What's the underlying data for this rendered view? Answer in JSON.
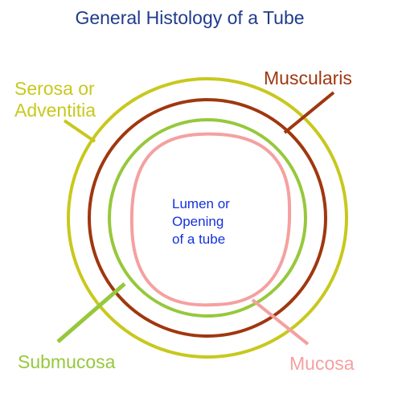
{
  "title": "General Histology of a Tube",
  "labels": {
    "serosa_line1": "Serosa or",
    "serosa_line2": "Adventitia",
    "muscularis": "Muscularis",
    "lumen_line1": "Lumen or",
    "lumen_line2": "Opening",
    "lumen_line3": "of a tube",
    "submucosa": "Submucosa",
    "mucosa": "Mucosa"
  },
  "colors": {
    "title": "#1f3c8c",
    "serosa": "#c8c81e",
    "muscularis": "#a0370f",
    "submucosa": "#96c83c",
    "mucosa": "#f5a0a0",
    "lumen": "#1432dc"
  }
}
